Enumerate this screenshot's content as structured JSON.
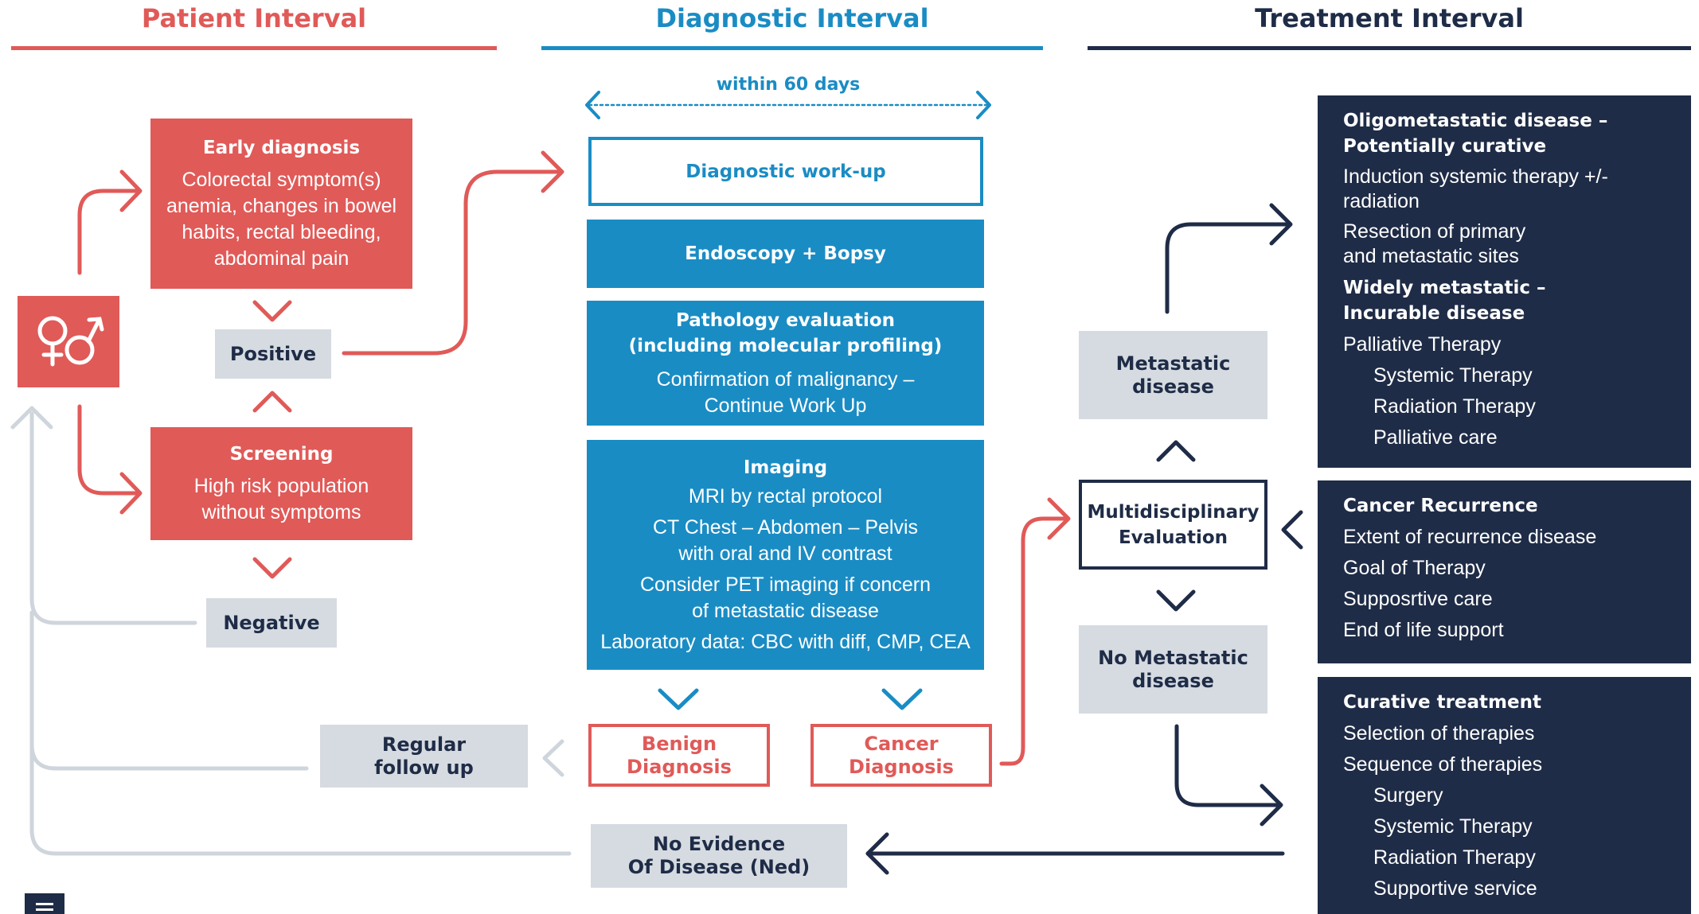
{
  "headers": {
    "patient": "Patient Interval",
    "diagnostic": "Diagnostic Interval",
    "treatment": "Treatment Interval"
  },
  "colors": {
    "patient": "#e05a58",
    "diagnostic": "#1a8cc4",
    "treatment": "#1f2c47",
    "grey_box": "#d6dbe1",
    "grey_line": "#cfd5dc"
  },
  "gender_icon": "gender-symbols-icon",
  "patient": {
    "early_title": "Early diagnosis",
    "early_lines": [
      "Colorectal symptom(s)",
      "anemia, changes in bowel",
      "habits, rectal bleeding,",
      "abdominal pain"
    ],
    "positive": "Positive",
    "screening_title": "Screening",
    "screening_lines": [
      "High risk population",
      "without symptoms"
    ],
    "negative": "Negative",
    "regular_follow_up": [
      "Regular",
      "follow up"
    ]
  },
  "diagnostic": {
    "within": "within 60 days",
    "workup": "Diagnostic work-up",
    "endoscopy": "Endoscopy + Bopsy",
    "pathology_title": [
      "Pathology evaluation",
      "(including molecular profiling)"
    ],
    "pathology_lines": [
      "Confirmation of malignancy –",
      "Continue Work Up"
    ],
    "imaging_title": "Imaging",
    "imaging_lines": [
      "MRI by rectal protocol",
      "CT Chest – Abdomen – Pelvis",
      "with oral and IV contrast",
      "Consider PET imaging if concern",
      "of metastatic disease",
      "Laboratory data: CBC with diff, CMP, CEA"
    ],
    "benign": [
      "Benign",
      "Diagnosis"
    ],
    "cancer": [
      "Cancer",
      "Diagnosis"
    ],
    "ned": [
      "No Evidence",
      "Of Disease (Ned)"
    ]
  },
  "treatment": {
    "metastatic": [
      "Metastatic",
      "disease"
    ],
    "multidisciplinary": [
      "Multidisciplinary",
      "Evaluation"
    ],
    "no_metastatic": [
      "No Metastatic",
      "disease"
    ],
    "panel1": {
      "h1": [
        "Oligometastatic disease –",
        "Potentially curative"
      ],
      "i1": [
        "Induction systemic therapy +/-",
        "radiation"
      ],
      "i2": [
        "Resection of primary",
        "and metastatic sites"
      ],
      "h2": [
        "Widely metastatic –",
        "Incurable disease"
      ],
      "i3": "Palliative Therapy",
      "sub": [
        "Systemic Therapy",
        "Radiation Therapy",
        "Palliative care"
      ]
    },
    "panel2": {
      "h": "Cancer Recurrence",
      "items": [
        "Extent of recurrence disease",
        "Goal of Therapy",
        "Supposrtive care",
        "End of life support"
      ]
    },
    "panel3": {
      "h": "Curative treatment",
      "items": [
        "Selection of therapies",
        "Sequence of therapies"
      ],
      "sub": [
        "Surgery",
        "Systemic Therapy",
        "Radiation Therapy",
        "Supportive service"
      ]
    }
  },
  "menu_icon": "menu-icon"
}
